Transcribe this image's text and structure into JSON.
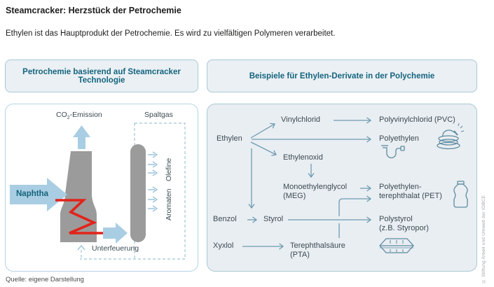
{
  "title": "Steamcracker: Herzstück der Petrochemie",
  "subtitle": "Ethylen ist das Hauptprodukt der Petrochemie. Es wird zu vielfältigen Polymeren verarbeitet.",
  "source": "Quelle: eigene Darstellung",
  "copyright": "© Stiftung Arbeit und Umwelt der IGBCE",
  "left_panel": {
    "header": "Petrochemie basierend auf Steamcracker Technologie",
    "co2_prefix": "CO",
    "co2_sub": "2",
    "co2_suffix": "-Emission",
    "spaltgas": "Spaltgas",
    "naphtha": "Naphtha",
    "olefine": "Olefine",
    "aromaten": "Aromaten",
    "unterfeuerung": "Unterfeuerung"
  },
  "right_panel": {
    "header": "Beispiele für Ethylen-Derivate in der Polychemie",
    "ethylen": "Ethylen",
    "vinylchlorid": "Vinylchlorid",
    "polyvinylchlorid": "Polyvinylchlorid (PVC)",
    "polyethylen": "Polyethylen",
    "ethylenoxid": "Ethylenoxid",
    "meg_line1": "Monoethylenglycol",
    "meg_line2": "(MEG)",
    "pet_line1": "Polyethylen-",
    "pet_line2": "terephthalat (PET)",
    "benzol": "Benzol",
    "styrol": "Styrol",
    "polystyrol_line1": "Polystyrol",
    "polystyrol_line2": "(z.B. Styropor)",
    "xyxlol": "Xyxlol",
    "pta_line1": "Terephthalsäure",
    "pta_line2": "(PTA)"
  },
  "colors": {
    "accent_teal": "#15647e",
    "light_blue": "#a9cee3",
    "steel_blue": "#6f9ab1",
    "gray_shape": "#9b9b9b",
    "red": "#e2231a",
    "dashed_blue": "#9ec5d8",
    "panel_bg": "#e9eef2",
    "text_dark": "#3c4a52"
  }
}
